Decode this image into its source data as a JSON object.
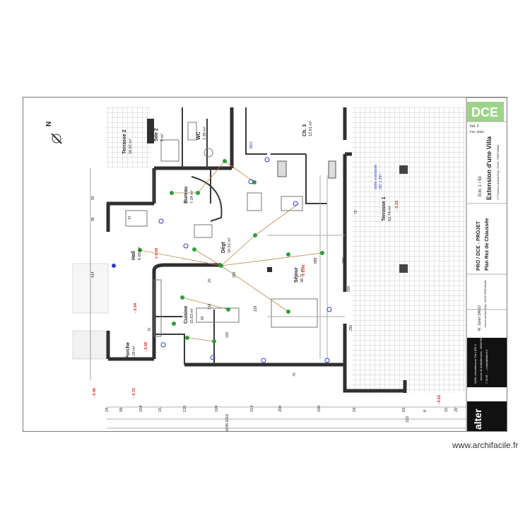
{
  "watermark": "www.archifacile.fr",
  "colors": {
    "wall": "#2f2f2f",
    "hatch": "#9a9a9a",
    "elevation": "#e8201c",
    "annotation": "#2a3fbf",
    "electrical": "#2e9e3a",
    "dce_badge": "#9ed48a"
  },
  "title_block": {
    "badge": "DCE",
    "index": "Ind. 0",
    "date": "Fev. 2025",
    "scale": "Ech. 1 / 50",
    "project_title": "Extension d'une Villa",
    "project_address": "1773 Chemin du Mas Roig - 66100 - PERPIGNAN",
    "phase": "PRO / DCE  -  PROJET",
    "sheet_title": "Plan Rez de Chaussée",
    "client": "M. Julien SAGO",
    "client_address": "… Chemin du Mas Roig - 66100 PERPIGNAN",
    "architect": "SARL d'architecture TALLIER 3",
    "architect_address": "… avenue de la Méditerranée - 66000 PERPIGNAN",
    "architect_contact": "T. 04 68 … - contact@tallier3.fr",
    "logo": "alter"
  },
  "rooms": [
    {
      "id": "terrasse2",
      "name": "Terrasse 2",
      "area": "16.02 m²"
    },
    {
      "id": "sde2",
      "name": "Sde 2",
      "area": "5 m²"
    },
    {
      "id": "wc",
      "name": "WC",
      "area": "2.39 m²"
    },
    {
      "id": "ch3",
      "name": "Ch. 3",
      "area": "12.91 m²"
    },
    {
      "id": "bureau",
      "name": "Bureau",
      "area": "7.24 m²"
    },
    {
      "id": "degt",
      "name": "Dégt",
      "area": "10.51 m²"
    },
    {
      "id": "hall",
      "name": "Hall",
      "area": "6.65 m²"
    },
    {
      "id": "sejour",
      "name": "Séjour",
      "area": "38.11 m²"
    },
    {
      "id": "cuisine",
      "name": "Cuisine",
      "area": "15.63 m²"
    },
    {
      "id": "porche",
      "name": "Porche",
      "area": "2.28 m²"
    },
    {
      "id": "terrasse1",
      "name": "Terrasse 1",
      "area": "52.74 m²"
    }
  ],
  "elevations": [
    {
      "id": "hall_lvl",
      "text": "± 0.00"
    },
    {
      "id": "sejour_lvl",
      "text": "± 0.00"
    },
    {
      "id": "terrasse1_lvl",
      "text": "- 0.23"
    },
    {
      "id": "porch_lvl1",
      "text": "- 0.54"
    },
    {
      "id": "porch_lvl2",
      "text": "- 0.56"
    },
    {
      "id": "ext_lvl1",
      "text": "- 0.45"
    },
    {
      "id": "ext_lvl2",
      "text": "- 0.72"
    },
    {
      "id": "ext_lvl3",
      "text": "- 0.63"
    }
  ],
  "annotations": {
    "terrasse_note": "dalle existante",
    "terrasse_note2": "297 x 297",
    "bec": "BEC",
    "fi1": "Fl",
    "fi2": "Fl"
  },
  "dimensions_bottom_row1": [
    "24",
    "58",
    "154",
    "15",
    "135",
    "199",
    "214",
    "200",
    "160",
    "24",
    "63",
    "8",
    "15",
    "29"
  ],
  "dimensions_bottom_row2": [
    "1016",
    "152"
  ],
  "dimensions_bottom_row3": [
    "1045"
  ],
  "dimensions_misc": [
    "229",
    "254",
    "20",
    "316",
    "226",
    "414",
    "96",
    "92",
    "90",
    "70",
    "888",
    "290",
    "200",
    "290",
    "70"
  ]
}
